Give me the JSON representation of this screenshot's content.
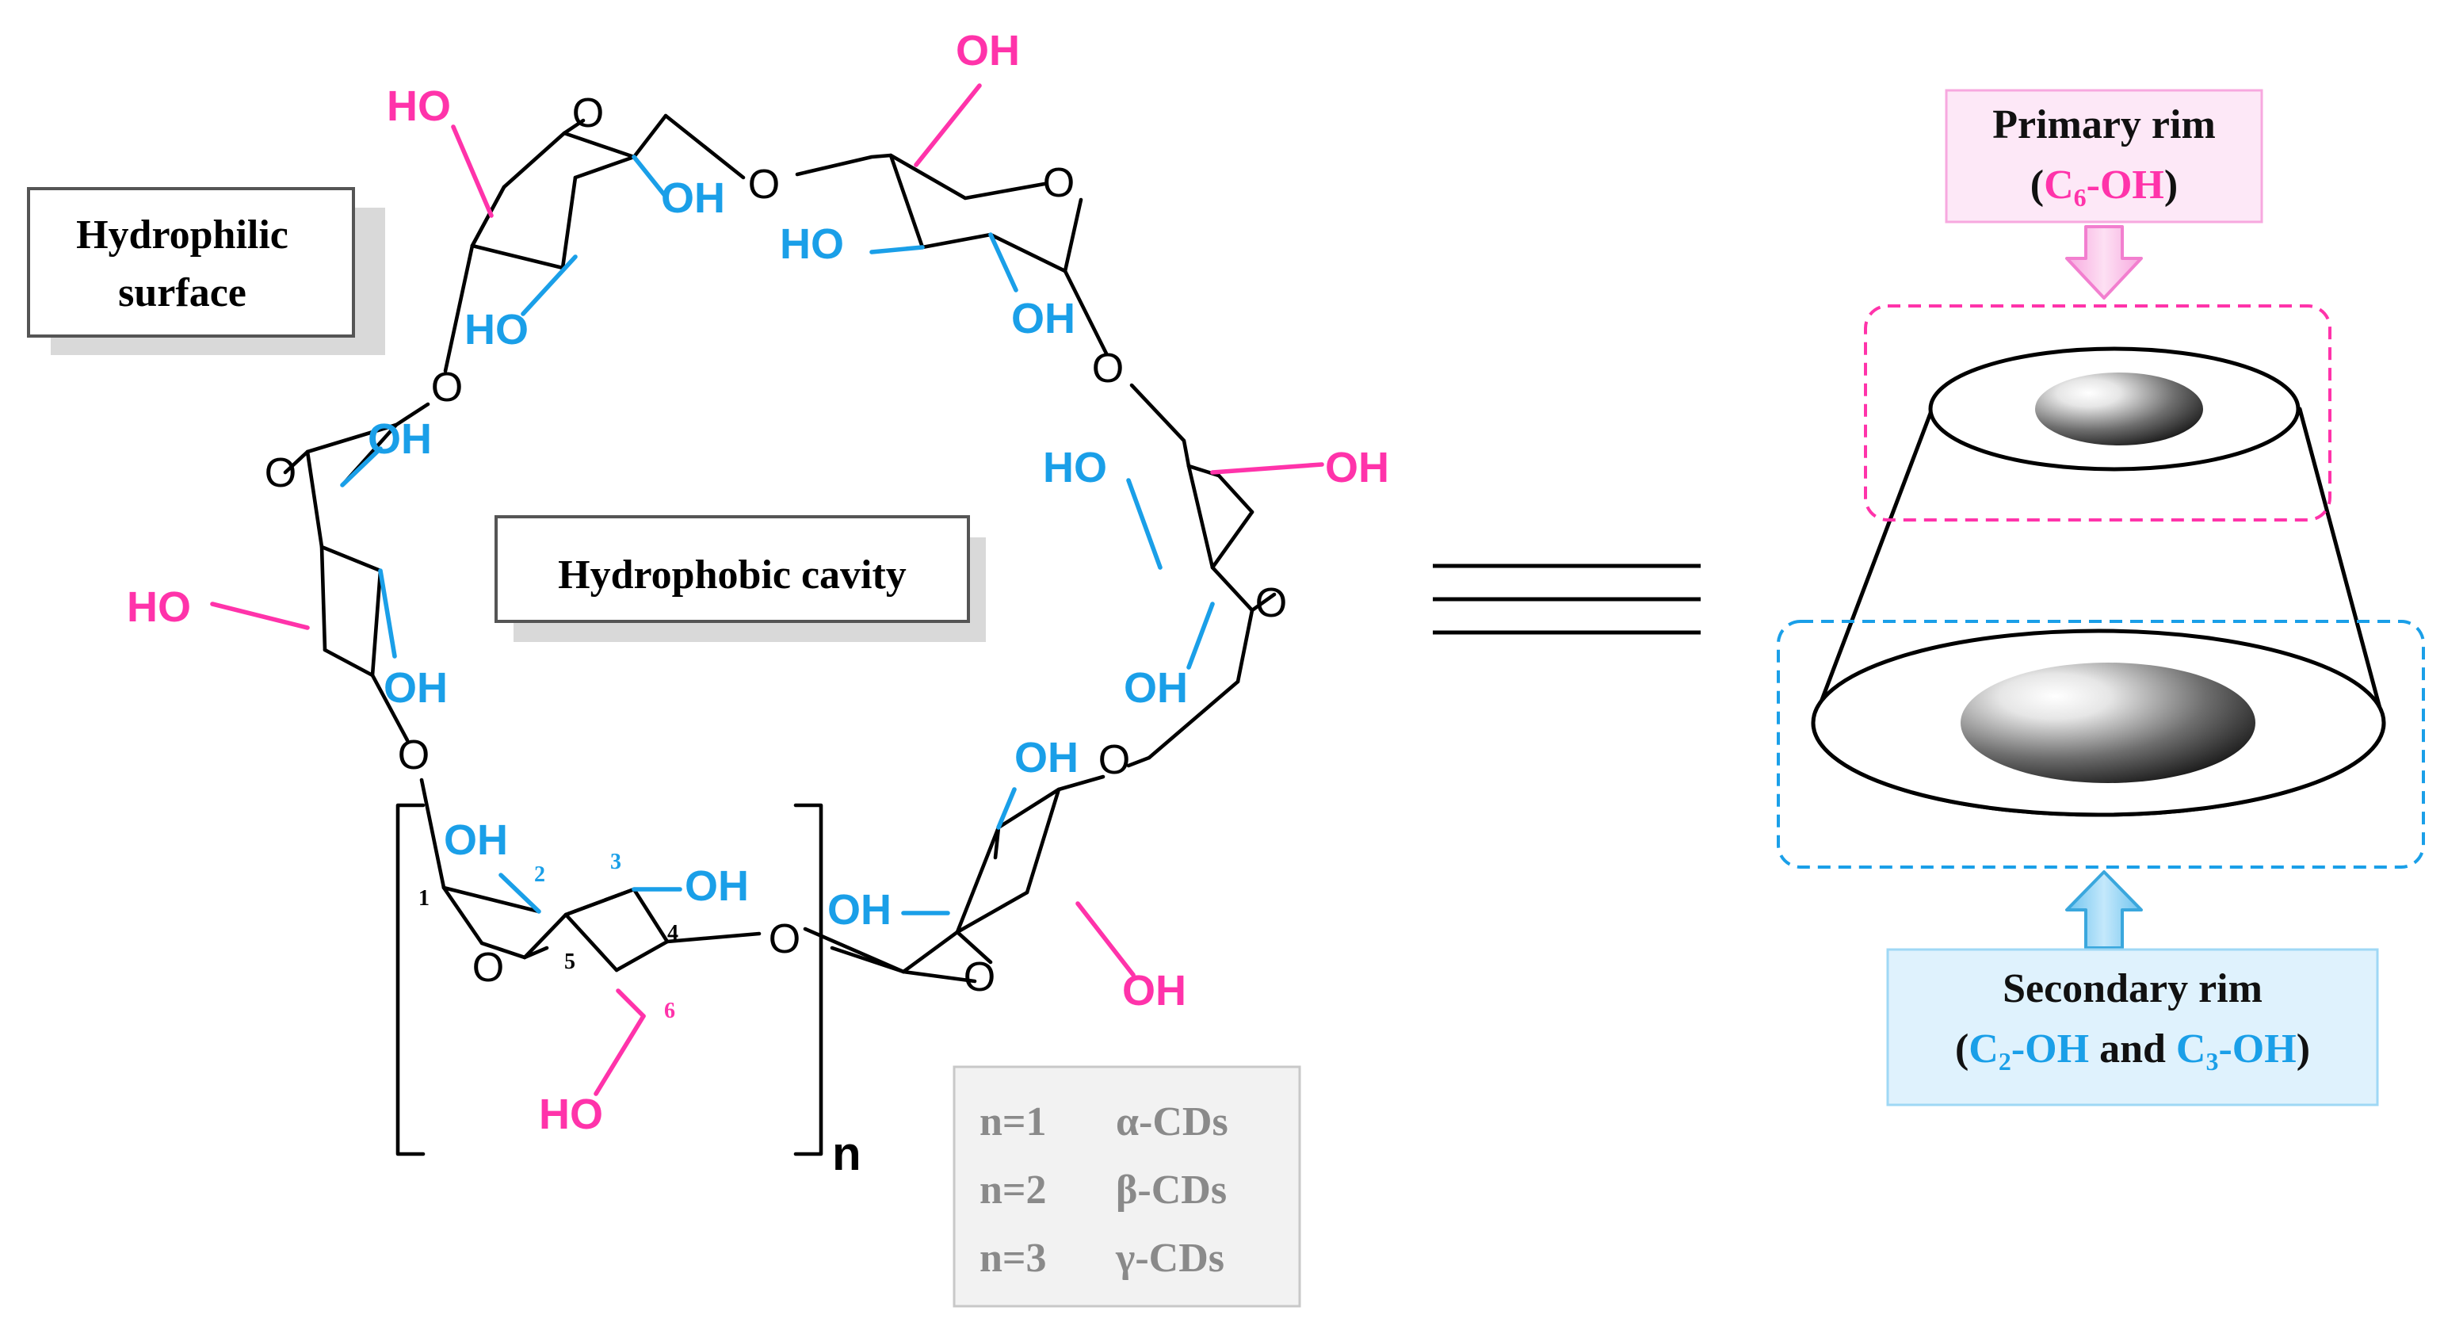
{
  "labels": {
    "hydrophilic_line1": "Hydrophilic",
    "hydrophilic_line2": "surface",
    "hydrophobic_cavity": "Hydrophobic cavity",
    "repeat_n": "n",
    "primary_rim_title": "Primary rim",
    "primary_rim_open": "(",
    "primary_rim_c": "C",
    "primary_rim_sub": "6",
    "primary_rim_oh": "-OH",
    "primary_rim_close": ")",
    "secondary_rim_title": "Secondary rim",
    "secondary_open": "(",
    "secondary_c2": "C",
    "secondary_c2_sub": "2",
    "secondary_c2_oh": "-OH",
    "secondary_and": " and ",
    "secondary_c3": "C",
    "secondary_c3_sub": "3",
    "secondary_c3_oh": "-OH",
    "secondary_close": ")"
  },
  "atoms": {
    "oh": "OH",
    "ho": "HO",
    "o": "O"
  },
  "carbon_numbers": [
    "1",
    "2",
    "3",
    "4",
    "5",
    "6"
  ],
  "cd_table": [
    {
      "n": "n=1",
      "name": "α-CDs"
    },
    {
      "n": "n=2",
      "name": "β-CDs"
    },
    {
      "n": "n=3",
      "name": "γ-CDs"
    }
  ],
  "colors": {
    "primary_oh": "#ff33aa",
    "secondary_oh": "#1a9fe8",
    "primary_box_fill": "#fde8f7",
    "primary_box_border": "#f7a8df",
    "secondary_box_fill": "#dff2fd",
    "secondary_box_border": "#9fd8f5",
    "table_fill": "#f2f2f2",
    "table_text": "#8a8a8a"
  }
}
